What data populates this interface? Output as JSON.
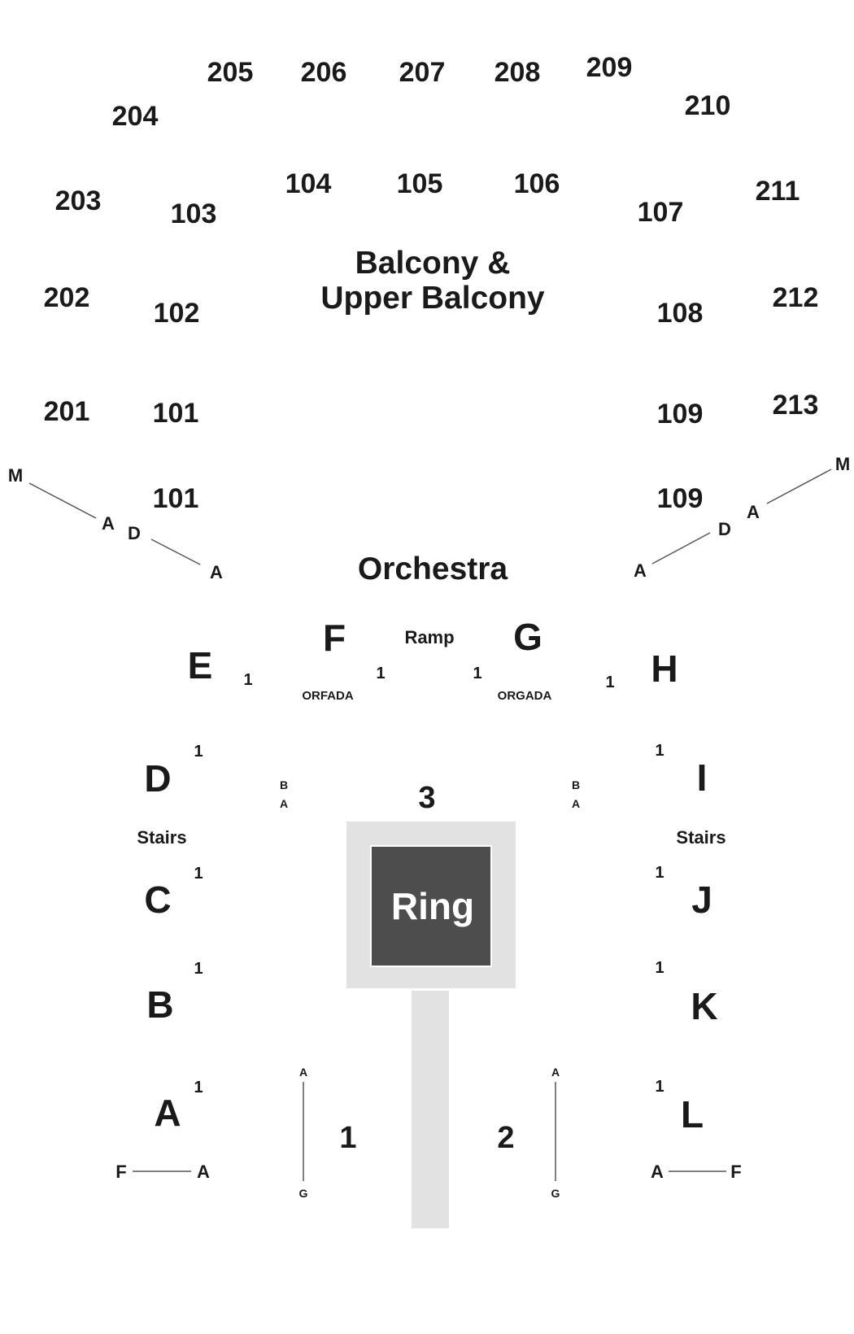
{
  "upper_sections": [
    "205",
    "206",
    "207",
    "208",
    "209",
    "204",
    "210",
    "203",
    "211",
    "202",
    "212",
    "201",
    "213"
  ],
  "lower_sections": [
    "104",
    "105",
    "106",
    "103",
    "107",
    "102",
    "108",
    "101",
    "109",
    "101",
    "109"
  ],
  "balcony_title": [
    "Balcony &",
    "Upper Balcony"
  ],
  "orchestra_title": "Orchestra",
  "ramp_label": "Ramp",
  "floor_sections": [
    "E",
    "F",
    "G",
    "H",
    "D",
    "I",
    "C",
    "J",
    "B",
    "K",
    "A",
    "L"
  ],
  "row_one": "1",
  "ada_labels": [
    "ORFADA",
    "ORGADA"
  ],
  "stairs_label": "Stairs",
  "ring_section": "3",
  "ring_label": "Ring",
  "floor_numbers": [
    "1",
    "2"
  ],
  "row_letters": {
    "m": "M",
    "a": "A",
    "d": "D",
    "f": "F",
    "g": "G",
    "b": "B"
  },
  "colors": {
    "ring_fill": "#4d4d4d",
    "ring_border": "#e2e2e2",
    "runway": "#e2e2e2",
    "text": "#1a1a1a",
    "ring_text": "#ffffff"
  }
}
